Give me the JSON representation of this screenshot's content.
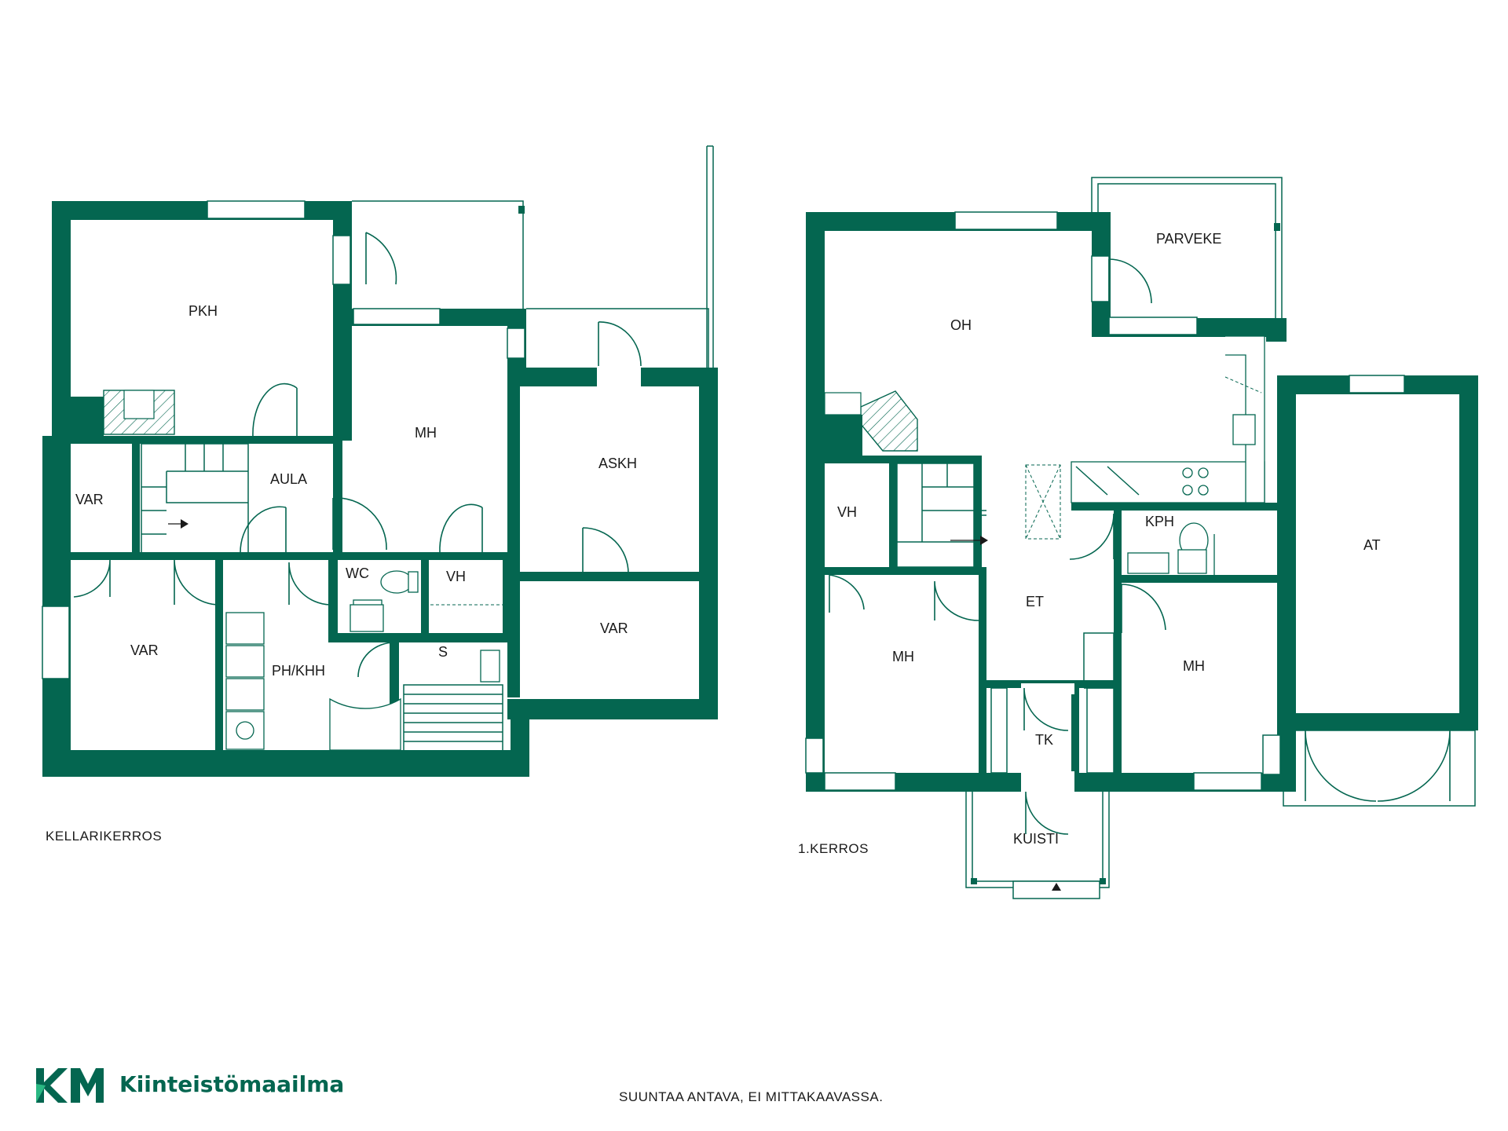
{
  "floors": {
    "basement": {
      "caption": "KELLARIKERROS",
      "rooms": {
        "pkh": "PKH",
        "aula": "AULA",
        "mh": "MH",
        "askh": "ASKH",
        "var_small": "VAR",
        "var_left": "VAR",
        "var_right": "VAR",
        "wc": "WC",
        "vh": "VH",
        "ph_khh": "PH/KHH",
        "s": "S"
      }
    },
    "first": {
      "caption": "1.KERROS",
      "rooms": {
        "parveke": "PARVEKE",
        "oh": "OH",
        "vh": "VH",
        "kph": "KPH",
        "at": "AT",
        "et": "ET",
        "mh_left": "MH",
        "mh_right": "MH",
        "tk": "TK",
        "kuisti": "KUISTI"
      }
    }
  },
  "footer": {
    "brand": "Kiinteistömaailma",
    "logo_mark": "KM",
    "disclaimer": "SUUNTAA ANTAVA, EI MITTAKAAVASSA."
  },
  "colors": {
    "wall": "#046650",
    "text": "#1a1a1a"
  }
}
